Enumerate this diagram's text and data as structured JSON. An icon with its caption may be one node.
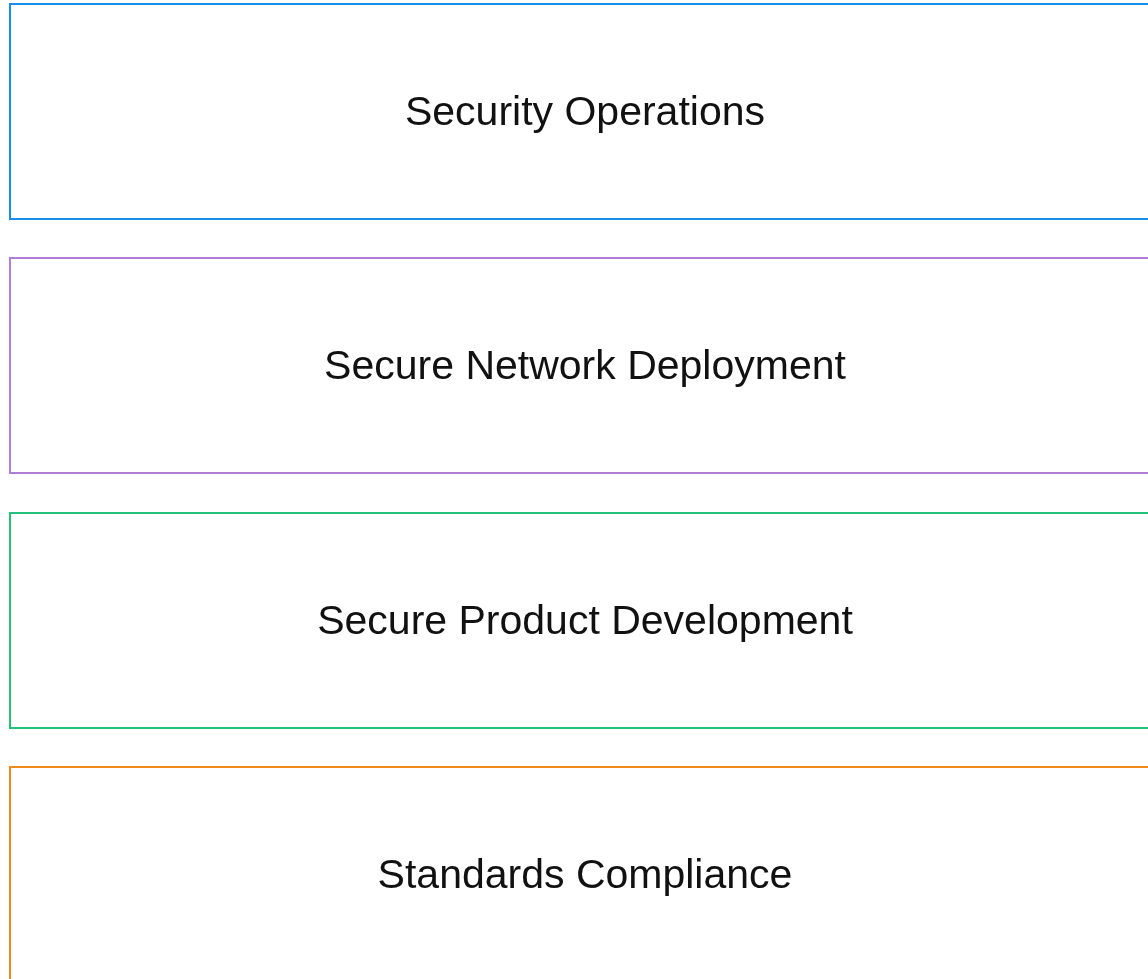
{
  "diagram": {
    "nodes": [
      {
        "text": [
          "Security Operations"
        ]
      },
      {
        "text": [
          "Secure Network Deployment"
        ]
      },
      {
        "text": [
          "Secure Product Development"
        ]
      },
      {
        "text": [
          "Standards Compliance"
        ]
      }
    ]
  }
}
